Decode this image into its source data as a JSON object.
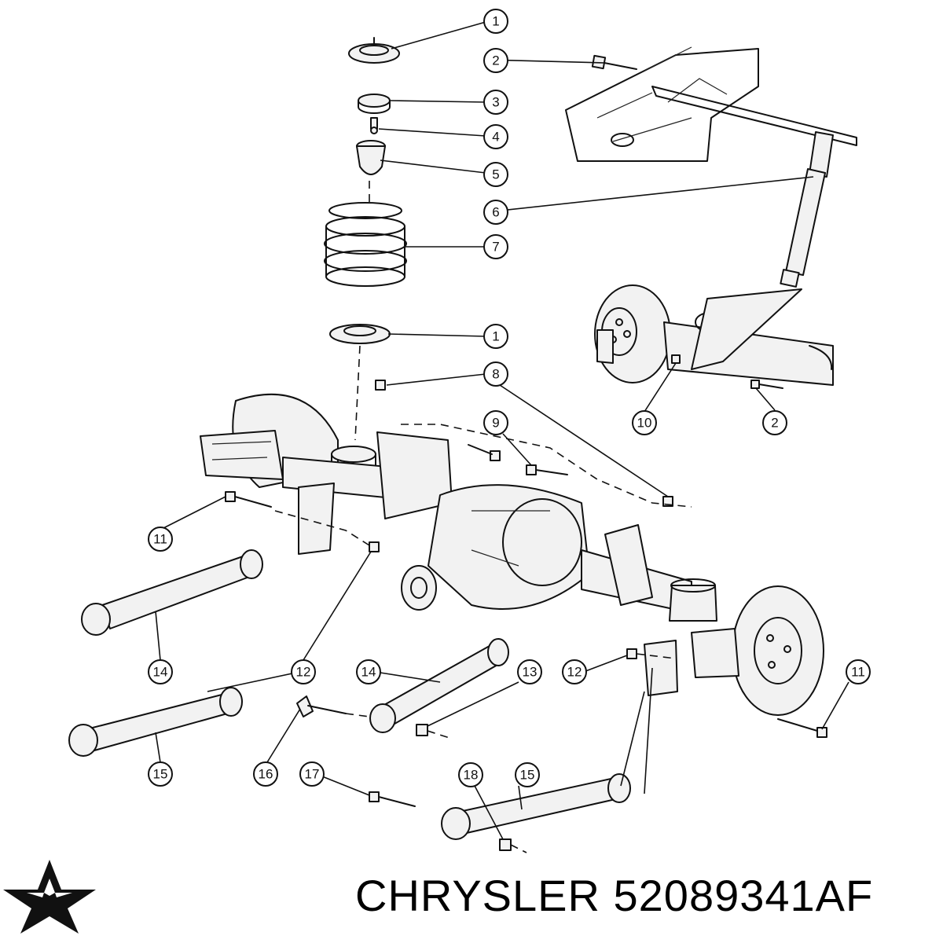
{
  "callouts": [
    {
      "id": "c1a",
      "label": "1"
    },
    {
      "id": "c2a",
      "label": "2"
    },
    {
      "id": "c3",
      "label": "3"
    },
    {
      "id": "c4",
      "label": "4"
    },
    {
      "id": "c5",
      "label": "5"
    },
    {
      "id": "c6",
      "label": "6"
    },
    {
      "id": "c7",
      "label": "7"
    },
    {
      "id": "c1b",
      "label": "1"
    },
    {
      "id": "c8",
      "label": "8"
    },
    {
      "id": "c9",
      "label": "9"
    },
    {
      "id": "c10",
      "label": "10"
    },
    {
      "id": "c2b",
      "label": "2"
    },
    {
      "id": "c11a",
      "label": "11"
    },
    {
      "id": "c14a",
      "label": "14"
    },
    {
      "id": "c12a",
      "label": "12"
    },
    {
      "id": "c14b",
      "label": "14"
    },
    {
      "id": "c13",
      "label": "13"
    },
    {
      "id": "c12b",
      "label": "12"
    },
    {
      "id": "c11b",
      "label": "11"
    },
    {
      "id": "c15a",
      "label": "15"
    },
    {
      "id": "c16",
      "label": "16"
    },
    {
      "id": "c17",
      "label": "17"
    },
    {
      "id": "c18",
      "label": "18"
    },
    {
      "id": "c15b",
      "label": "15"
    }
  ],
  "brand": {
    "name": "CHRYSLER",
    "part_number": "52089341AF",
    "logo_icon": "chrysler-pentastar-icon"
  }
}
